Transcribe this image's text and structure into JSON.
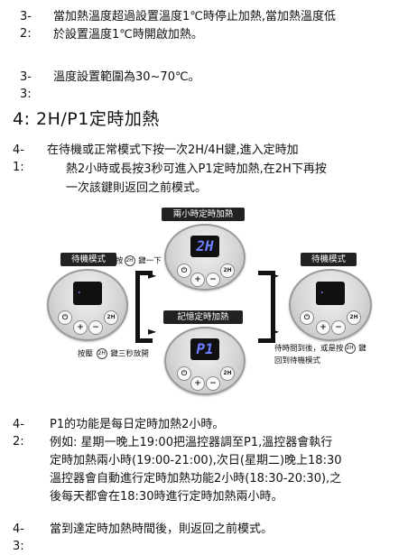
{
  "sections": {
    "s32": {
      "num": "3-2:",
      "lines": [
        "當加熱溫度超過設置溫度1℃時停止加熱,當加熱溫度低",
        "於設置溫度1℃時開啟加熱。"
      ]
    },
    "s33": {
      "num": "3-3:",
      "lines": [
        "溫度設置範圍為30~70℃。"
      ]
    },
    "heading4": "4:  2H/P1定時加熱",
    "s41": {
      "num": "4-1:",
      "lines": [
        "在待機或正常模式下按一次2H/4H鍵,進入定時加",
        "熱2小時或長按3秒可進入P1定時加熱,在2H下再按",
        "一次該鍵則返回之前模式。"
      ]
    },
    "s42": {
      "num": "4-2:",
      "lines": [
        "P1的功能是每日定時加熱2小時。",
        "例如: 星期一晚上19:00把溫控器調至P1,溫控器會執行",
        "定時加熱兩小時(19:00-21:00),次日(星期二)晚上18:30",
        "溫控器會自動進行定時加熱功能2小時(18:30-20:30),之",
        "後每天都會在18:30時進行定時加熱兩小時。"
      ]
    },
    "s43": {
      "num": "4-3:",
      "lines": [
        "當到達定時加熱時間後，則返回之前模式。"
      ]
    }
  },
  "diagram": {
    "label_2h": "兩小時定時加熱",
    "label_standby_left": "待機模式",
    "label_standby_right": "待機模式",
    "label_p1": "記憶定時加熱",
    "note_press_prefix": "按",
    "note_press_suffix": "鍵一下",
    "note_hold_prefix": "按壓",
    "note_hold_suffix": "鍵三秒放開",
    "note_return_line1_prefix": "待時間到後，或是按",
    "note_return_line1_suffix": "鍵",
    "note_return_line2": "回到待機模式",
    "key_symbol": "2H",
    "screen_2h": "2H",
    "screen_p1": "P1",
    "screen_standby": "."
  }
}
